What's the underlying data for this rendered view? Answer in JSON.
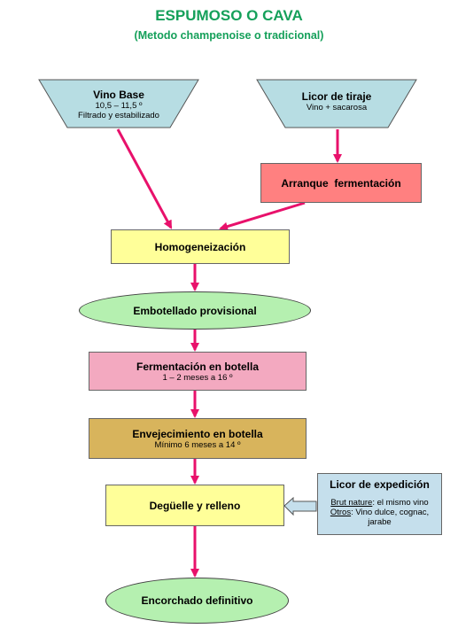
{
  "title": "ESPUMOSO O CAVA",
  "subtitle": "(Metodo champenoise o tradicional)",
  "colors": {
    "title": "#15a05a",
    "arrow": "#e8116b",
    "trapezoid_fill": "#b7dde3",
    "homogeneizacion_fill": "#ffff99",
    "arranque_fill": "#ff8080",
    "embotellado_fill": "#b5f0b0",
    "fermentacion_fill": "#f3a9c0",
    "envejecimiento_fill": "#d8b45c",
    "deguelle_fill": "#ffff99",
    "expedicion_fill": "#c5dfec",
    "encorchado_fill": "#b5f0b0"
  },
  "nodes": {
    "vino_base": {
      "label": "Vino Base",
      "line1": "10,5 – 11,5 º",
      "line2": "Filtrado y estabilizado"
    },
    "licor_tiraje": {
      "label": "Licor de tiraje",
      "line1": "Vino + sacarosa"
    },
    "arranque": {
      "label": "Arranque  fermentación"
    },
    "homogeneizacion": {
      "label": "Homogeneización"
    },
    "embotellado": {
      "label": "Embotellado provisional"
    },
    "fermentacion": {
      "label": "Fermentación en botella",
      "line1": "1 – 2 meses a 16 º"
    },
    "envejecimiento": {
      "label": "Envejecimiento en botella",
      "line1": "Mínimo 6 meses a 14 º"
    },
    "deguelle": {
      "label": "Degüelle y relleno"
    },
    "licor_expedicion": {
      "label": "Licor de expedición",
      "brut_term": "Brut nature",
      "brut_text": ": el mismo vino",
      "otros_term": "Otros",
      "otros_text": ": Vino dulce, cognac,",
      "otros_text2": "jarabe"
    },
    "encorchado": {
      "label": "Encorchado definitivo"
    }
  }
}
